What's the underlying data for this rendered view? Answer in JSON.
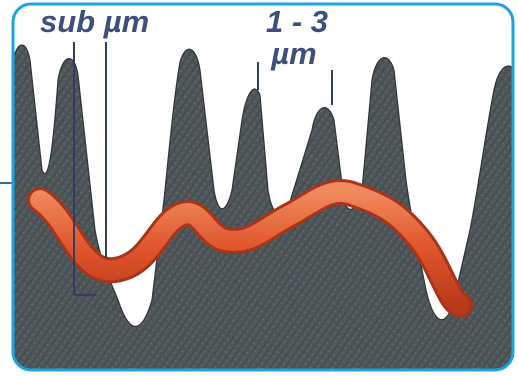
{
  "labels": {
    "left": "sub µm",
    "right_line1": "1 - 3",
    "right_line2": "µm"
  },
  "colors": {
    "frame": "#1aa5e0",
    "rock": "#4e5659",
    "rock_dark": "#2e3537",
    "band": "#e0552c",
    "band_light": "#f08a5c",
    "label": "#3e4f7d",
    "leader_line": "#2f3f63"
  }
}
